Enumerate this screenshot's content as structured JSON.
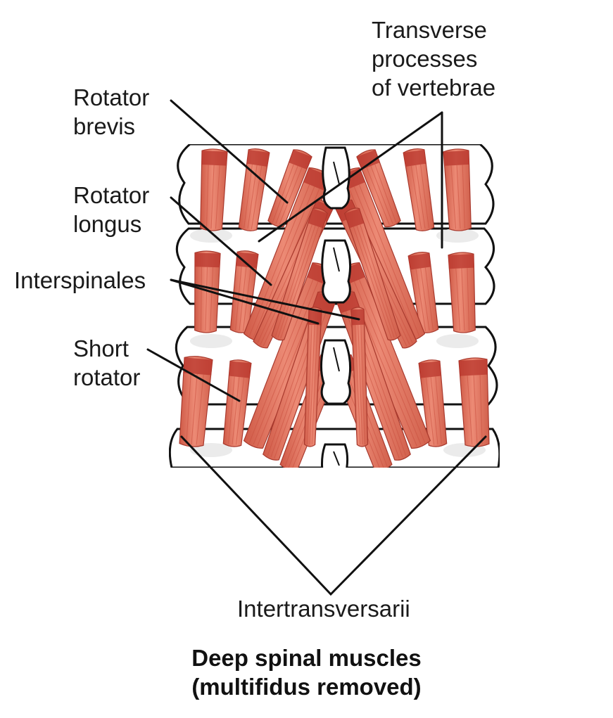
{
  "labels": {
    "transverse": [
      "Transverse",
      "processes",
      "of vertebrae"
    ],
    "rotator_brevis": [
      "Rotator",
      "brevis"
    ],
    "rotator_longus": [
      "Rotator",
      "longus"
    ],
    "interspinales": [
      "Interspinales"
    ],
    "short_rotator": [
      "Short",
      "rotator"
    ],
    "intertransversarii": [
      "Intertransversarii"
    ]
  },
  "caption": [
    "Deep spinal muscles",
    "(multifidus removed)"
  ],
  "colors": {
    "muscle": "#e0705c",
    "muscle_dark": "#c9503f",
    "muscle_tendon": "#b8362c",
    "bone": "#ffffff",
    "bone_shade": "#e6e6e6",
    "outline": "#111111",
    "leader": "#111111"
  }
}
